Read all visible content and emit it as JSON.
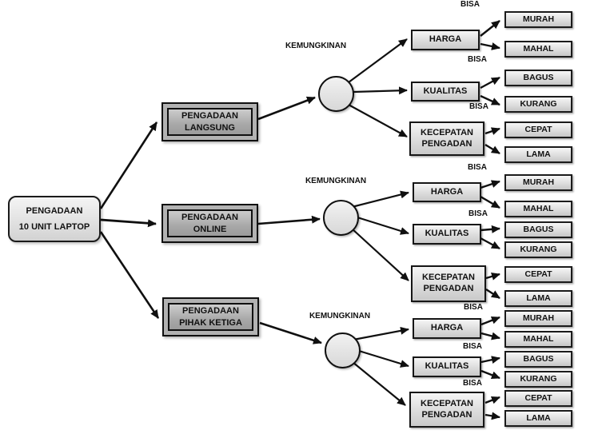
{
  "diagram": {
    "root": {
      "line1": "PENGADAAN",
      "line2": "10 UNIT LAPTOP"
    },
    "branches": [
      {
        "box": {
          "line1": "PENGADAAN",
          "line2": "LANGSUNG"
        },
        "chance_label": "KEMUNGKINAN",
        "sections": [
          {
            "category": "HARGA",
            "bisa": "BISA",
            "outcomes": [
              "MURAH",
              "MAHAL"
            ]
          },
          {
            "category": "KUALITAS",
            "bisa": "BISA",
            "outcomes": [
              "BAGUS",
              "KURANG"
            ]
          },
          {
            "category": "KECEPATAN PENGADAN",
            "bisa": "BISA",
            "outcomes": [
              "CEPAT",
              "LAMA"
            ]
          }
        ]
      },
      {
        "box": {
          "line1": "PENGADAAN",
          "line2": "ONLINE"
        },
        "chance_label": "KEMUNGKINAN",
        "sections": [
          {
            "category": "HARGA",
            "bisa": "BISA",
            "outcomes": [
              "MURAH",
              "MAHAL"
            ]
          },
          {
            "category": "KUALITAS",
            "bisa": "BISA",
            "outcomes": [
              "BAGUS",
              "KURANG"
            ]
          },
          {
            "category": "KECEPATAN PENGADAN",
            "outcomes": [
              "CEPAT",
              "LAMA"
            ]
          }
        ]
      },
      {
        "box": {
          "line1": "PENGADAAN",
          "line2": "PIHAK KETIGA"
        },
        "chance_label": "KEMUNGKINAN",
        "sections": [
          {
            "category": "HARGA",
            "bisa": "BISA",
            "outcomes": [
              "MURAH",
              "MAHAL"
            ]
          },
          {
            "category": "KUALITAS",
            "bisa": "BISA",
            "outcomes": [
              "BAGUS",
              "KURANG"
            ]
          },
          {
            "category": "KECEPATAN PENGADAN",
            "bisa": "BISA",
            "outcomes": [
              "CEPAT",
              "LAMA"
            ]
          }
        ]
      }
    ],
    "colors": {
      "line": "#101010",
      "box_fill_light": "#e0e0e0",
      "box_fill_dark": "#a8a8a8",
      "background": "#ffffff"
    }
  }
}
